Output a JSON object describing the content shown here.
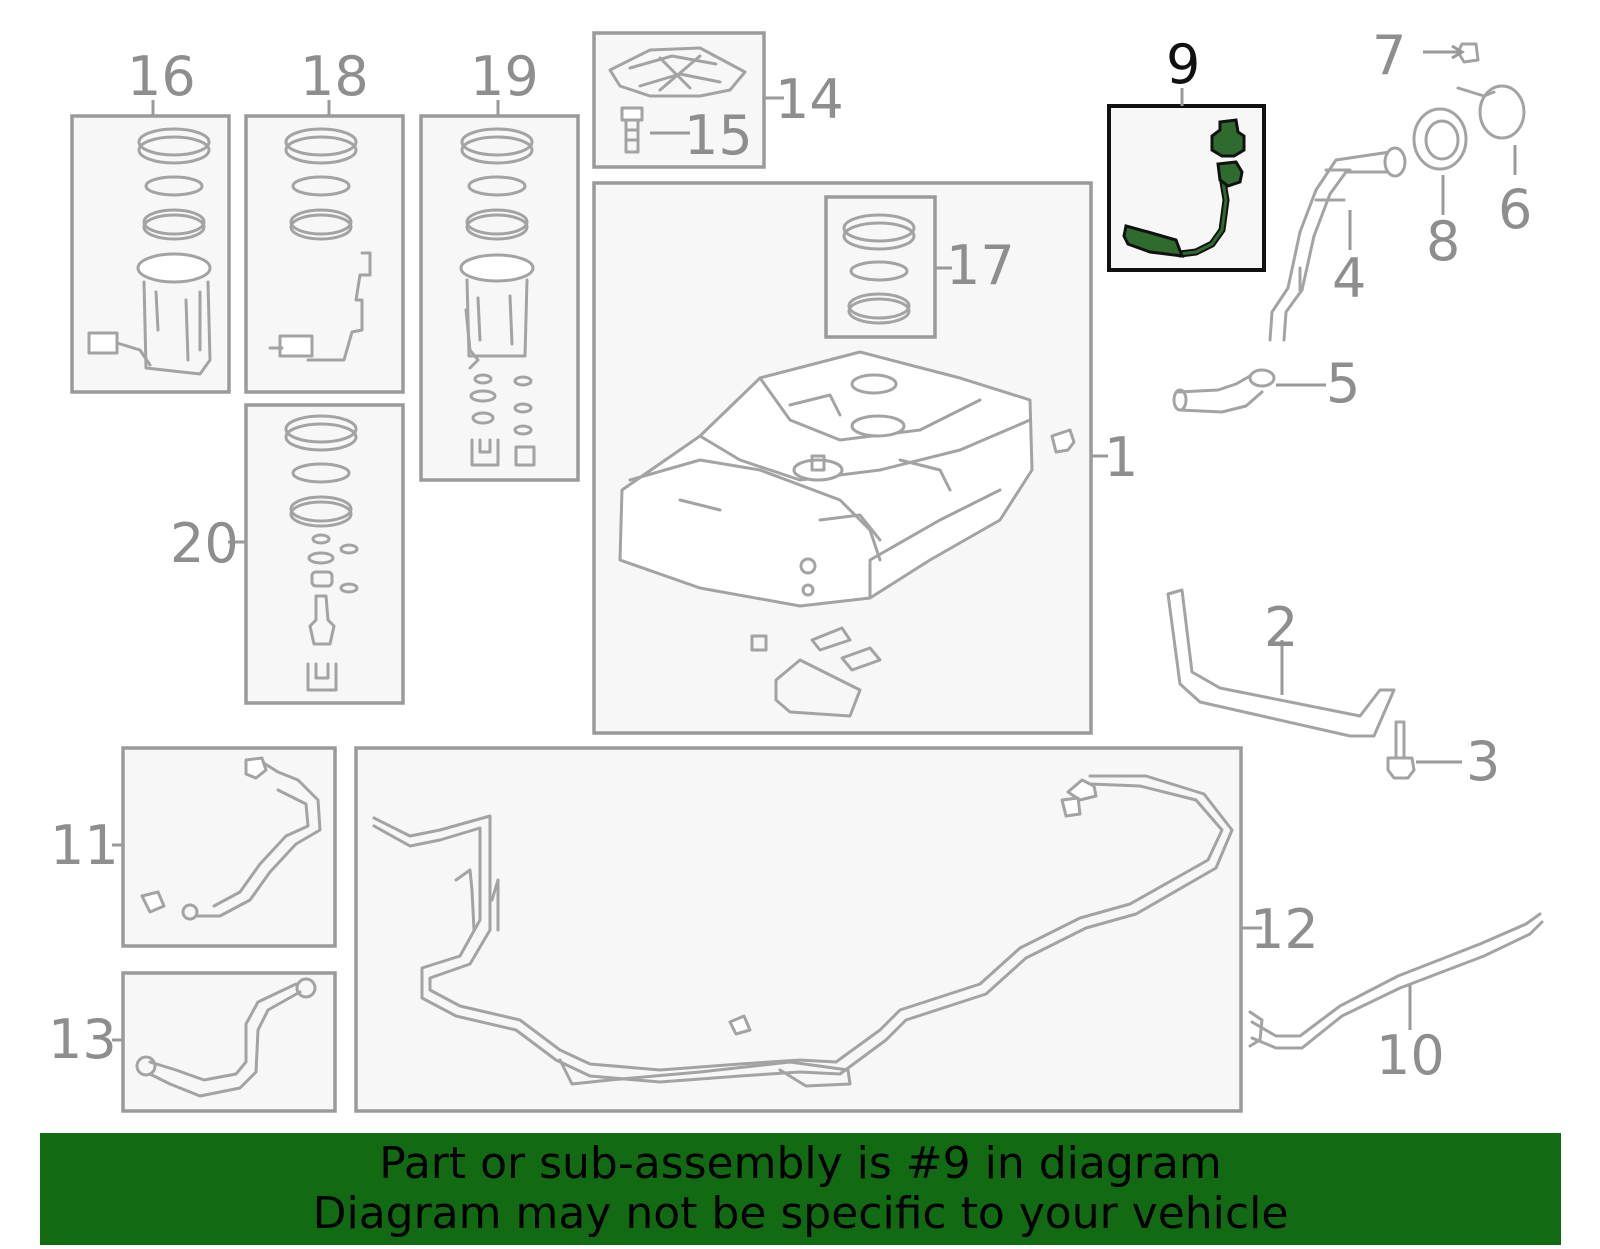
{
  "callouts": {
    "c1": "1",
    "c2": "2",
    "c3": "3",
    "c4": "4",
    "c5": "5",
    "c6": "6",
    "c7": "7",
    "c8": "8",
    "c9": "9",
    "c10": "10",
    "c11": "11",
    "c12": "12",
    "c13": "13",
    "c14": "14",
    "c15": "15",
    "c16": "16",
    "c17": "17",
    "c18": "18",
    "c19": "19",
    "c20": "20"
  },
  "highlighted_part": "9",
  "banner": {
    "line1": "Part or sub-assembly is #9 in diagram",
    "line2": "Diagram may not be specific to your vehicle"
  },
  "colors": {
    "banner_bg": "#126a12",
    "highlight_part": "#2f6a2f",
    "outline_gray": "#9a9a9a"
  }
}
